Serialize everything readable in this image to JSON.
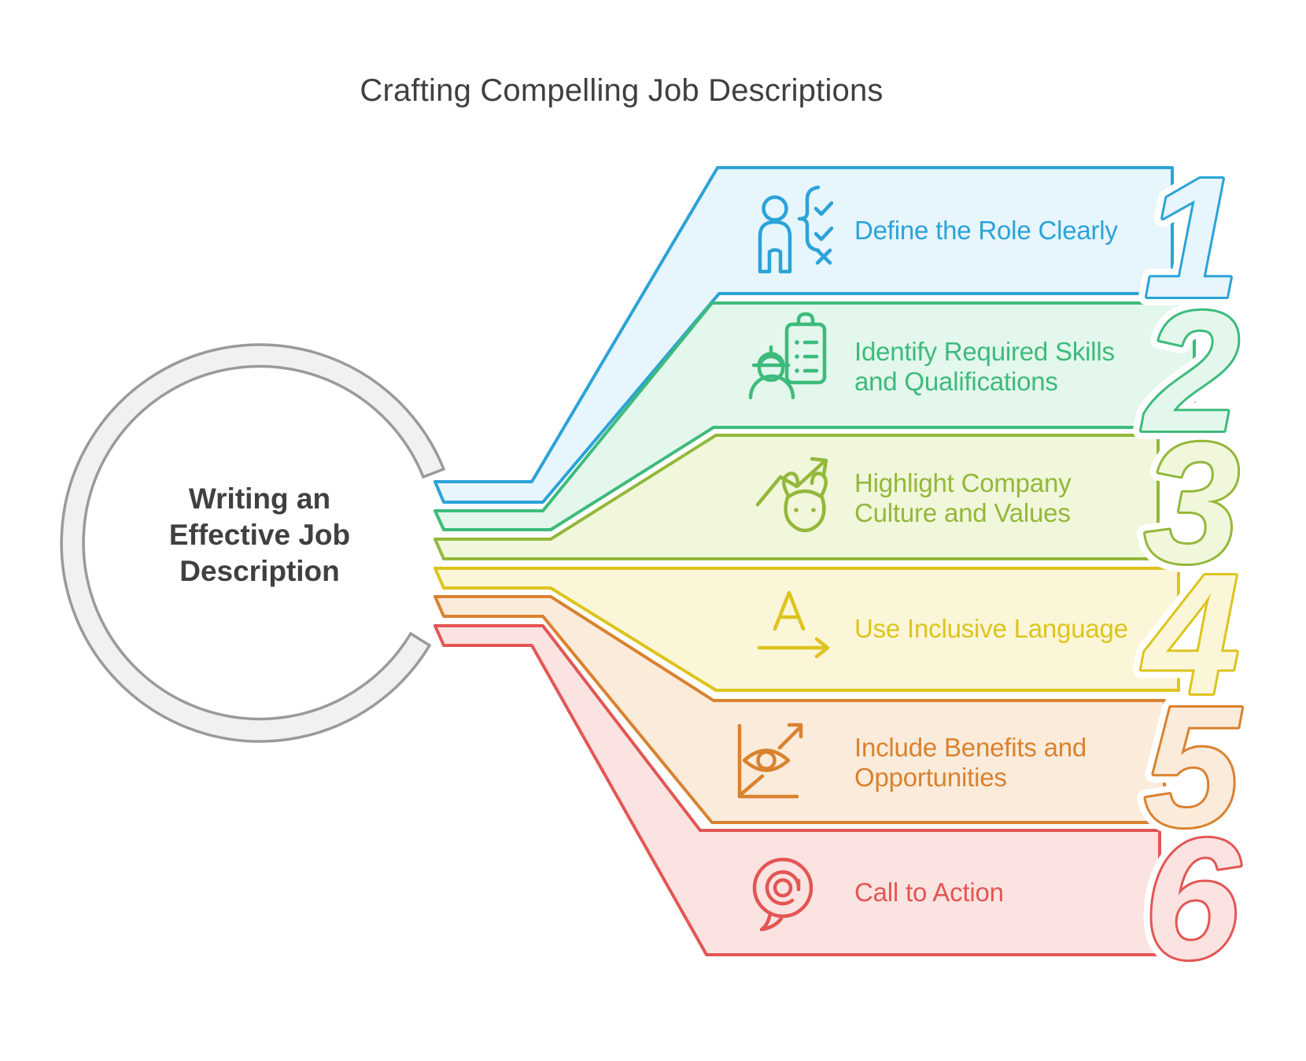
{
  "title": "Crafting Compelling Job Descriptions",
  "title_color": "#3E3F40",
  "center": {
    "label": "Writing an Effective Job Description",
    "lines": [
      "Writing an",
      "Effective Job",
      "Description"
    ],
    "text_color": "#3F4040",
    "ring_fill": "#F1F1F1",
    "ring_stroke": "#9A9A9A"
  },
  "steps": [
    {
      "number": "1",
      "label": "Define the Role Clearly",
      "lines": [
        "Define the Role Clearly"
      ],
      "icon": "person-checklist-icon",
      "color": "#2BA3D8",
      "tint": "#E7F5FC"
    },
    {
      "number": "2",
      "label": "Identify Required Skills and Qualifications",
      "lines": [
        "Identify Required Skills",
        "and Qualifications"
      ],
      "icon": "worker-clipboard-icon",
      "color": "#3DBB7B",
      "tint": "#E3F7EC"
    },
    {
      "number": "3",
      "label": "Highlight Company Culture and Values",
      "lines": [
        "Highlight Company",
        "Culture and Values"
      ],
      "icon": "bull-growth-arrow-icon",
      "color": "#93B83B",
      "tint": "#F1F7DA"
    },
    {
      "number": "4",
      "label": "Use Inclusive Language",
      "lines": [
        "Use Inclusive Language"
      ],
      "icon": "letter-a-arrow-icon",
      "color": "#DDC41E",
      "tint": "#FCF6D8"
    },
    {
      "number": "5",
      "label": "Include Benefits and Opportunities",
      "lines": [
        "Include Benefits and",
        "Opportunities"
      ],
      "icon": "eye-vision-arrow-icon",
      "color": "#D9822F",
      "tint": "#FBEBDB"
    },
    {
      "number": "6",
      "label": "Call to Action",
      "lines": [
        "Call to Action"
      ],
      "icon": "at-mention-bubble-icon",
      "color": "#E35654",
      "tint": "#FAE3E1"
    }
  ]
}
